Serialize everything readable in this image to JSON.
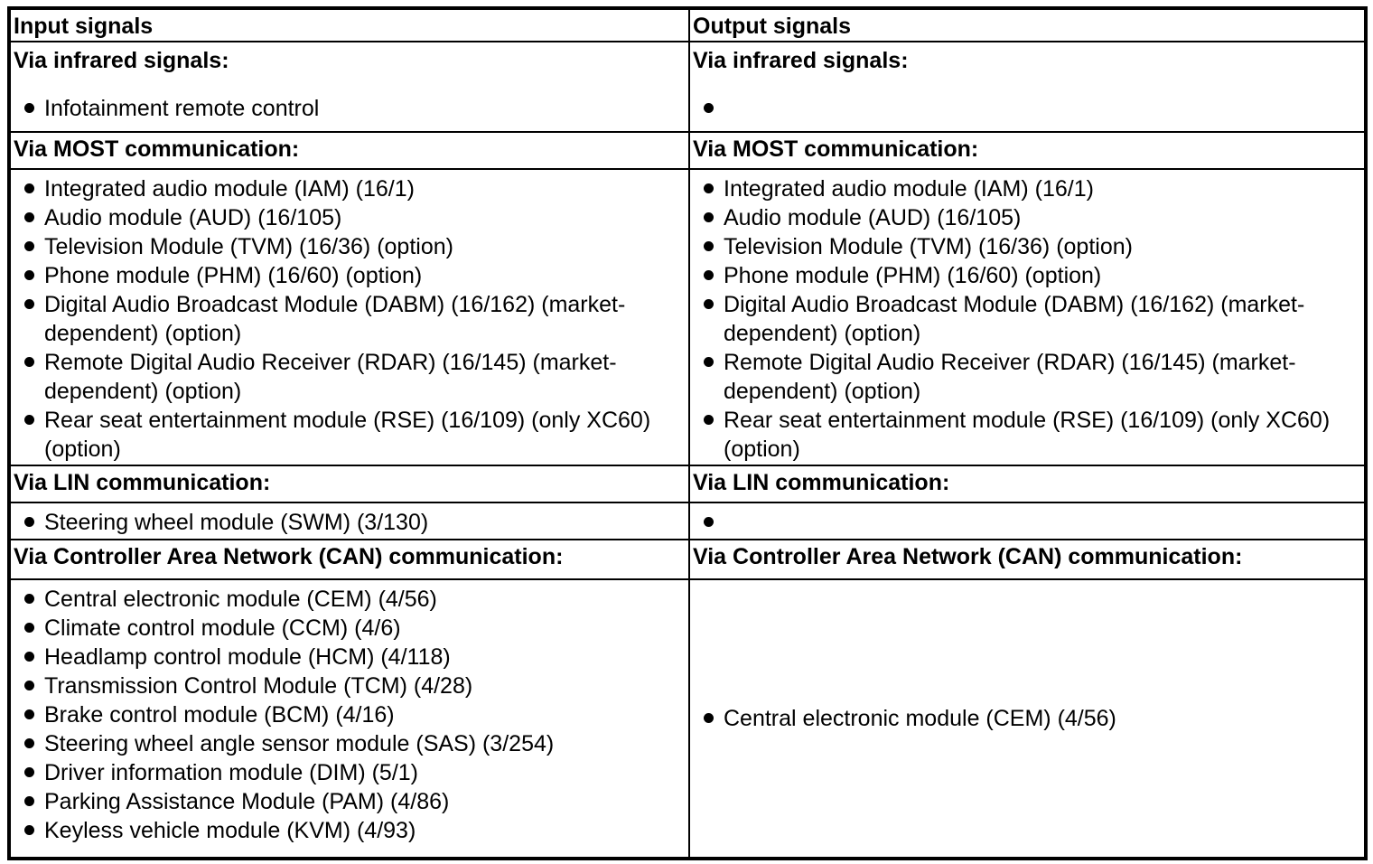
{
  "page": {
    "columns": [
      {
        "header": "Input signals",
        "sections": [
          {
            "heading": "Via infrared signals:",
            "items": [
              "Infotainment remote control"
            ]
          },
          {
            "heading": "Via MOST communication:",
            "items": [
              "Integrated audio module (IAM) (16/1)",
              "Audio module (AUD) (16/105)",
              "Television Module (TVM) (16/36) (option)",
              "Phone module (PHM) (16/60) (option)",
              "Digital Audio Broadcast Module (DABM) (16/162) (market-dependent) (option)",
              "Remote Digital Audio Receiver (RDAR) (16/145) (market-dependent) (option)",
              "Rear seat entertainment module (RSE) (16/109) (only XC60) (option)"
            ]
          },
          {
            "heading": "Via LIN communication:",
            "items": [
              "Steering wheel module (SWM) (3/130)"
            ]
          },
          {
            "heading": "Via Controller Area Network (CAN) communication:",
            "items": [
              "Central electronic module (CEM) (4/56)",
              "Climate control module (CCM) (4/6)",
              "Headlamp control module (HCM) (4/118)",
              "Transmission Control Module (TCM) (4/28)",
              "Brake control module (BCM) (4/16)",
              "Steering wheel angle sensor module (SAS) (3/254)",
              "Driver information module (DIM) (5/1)",
              "Parking Assistance Module (PAM) (4/86)",
              "Keyless vehicle module (KVM) (4/93)"
            ]
          }
        ]
      },
      {
        "header": "Output signals",
        "sections": [
          {
            "heading": "Via infrared signals:",
            "items": [
              ""
            ]
          },
          {
            "heading": "Via MOST communication:",
            "items": [
              "Integrated audio module (IAM) (16/1)",
              "Audio module (AUD) (16/105)",
              "Television Module (TVM) (16/36) (option)",
              "Phone module (PHM) (16/60) (option)",
              "Digital Audio Broadcast Module (DABM) (16/162) (market-dependent) (option)",
              "Remote Digital Audio Receiver (RDAR) (16/145) (market-dependent) (option)",
              "Rear seat entertainment module (RSE) (16/109) (only XC60) (option)"
            ]
          },
          {
            "heading": "Via LIN communication:",
            "items": [
              ""
            ]
          },
          {
            "heading": "Via Controller Area Network (CAN) communication:",
            "items": [
              "Central electronic module (CEM) (4/56)"
            ]
          }
        ]
      }
    ],
    "colors": {
      "text": "#000000",
      "border": "#000000",
      "background": "#ffffff"
    }
  }
}
